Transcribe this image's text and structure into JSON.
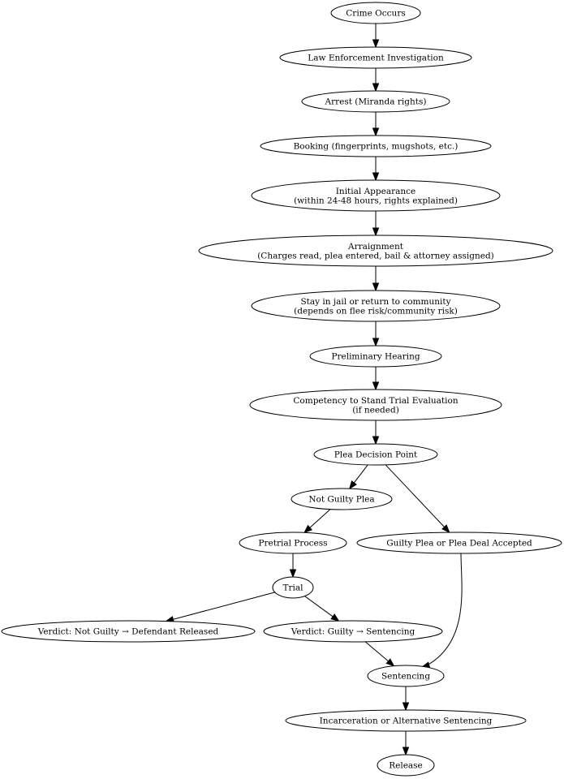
{
  "diagram": {
    "nodes": {
      "crime": [
        "Crime Occurs"
      ],
      "investigation": [
        "Law Enforcement Investigation"
      ],
      "arrest": [
        "Arrest (Miranda rights)"
      ],
      "booking": [
        "Booking (fingerprints, mugshots, etc.)"
      ],
      "initial": [
        "Initial Appearance",
        "(within 24-48 hours, rights explained)"
      ],
      "arraignment": [
        "Arraignment",
        "(Charges read, plea entered, bail & attorney assigned)"
      ],
      "jail": [
        "Stay in jail or return to community",
        "(depends on flee risk/community risk)"
      ],
      "preliminary": [
        "Preliminary Hearing"
      ],
      "competency": [
        "Competency to Stand Trial Evaluation",
        "(if needed)"
      ],
      "plea_decision": [
        "Plea Decision Point"
      ],
      "not_guilty_plea": [
        "Not Guilty Plea"
      ],
      "pretrial": [
        "Pretrial Process"
      ],
      "guilty_plea": [
        "Guilty Plea or Plea Deal Accepted"
      ],
      "trial": [
        "Trial"
      ],
      "verdict_not_guilty": [
        "Verdict: Not Guilty → Defendant Released"
      ],
      "verdict_guilty": [
        "Verdict: Guilty → Sentencing"
      ],
      "sentencing": [
        "Sentencing"
      ],
      "incarceration": [
        "Incarceration or Alternative Sentencing"
      ],
      "release": [
        "Release"
      ]
    },
    "edges": [
      [
        "crime",
        "investigation"
      ],
      [
        "investigation",
        "arrest"
      ],
      [
        "arrest",
        "booking"
      ],
      [
        "booking",
        "initial"
      ],
      [
        "initial",
        "arraignment"
      ],
      [
        "arraignment",
        "jail"
      ],
      [
        "jail",
        "preliminary"
      ],
      [
        "preliminary",
        "competency"
      ],
      [
        "competency",
        "plea_decision"
      ],
      [
        "plea_decision",
        "not_guilty_plea"
      ],
      [
        "plea_decision",
        "guilty_plea"
      ],
      [
        "not_guilty_plea",
        "pretrial"
      ],
      [
        "pretrial",
        "trial"
      ],
      [
        "trial",
        "verdict_not_guilty"
      ],
      [
        "trial",
        "verdict_guilty"
      ],
      [
        "verdict_guilty",
        "sentencing"
      ],
      [
        "guilty_plea",
        "sentencing"
      ],
      [
        "sentencing",
        "incarceration"
      ],
      [
        "incarceration",
        "release"
      ]
    ]
  }
}
